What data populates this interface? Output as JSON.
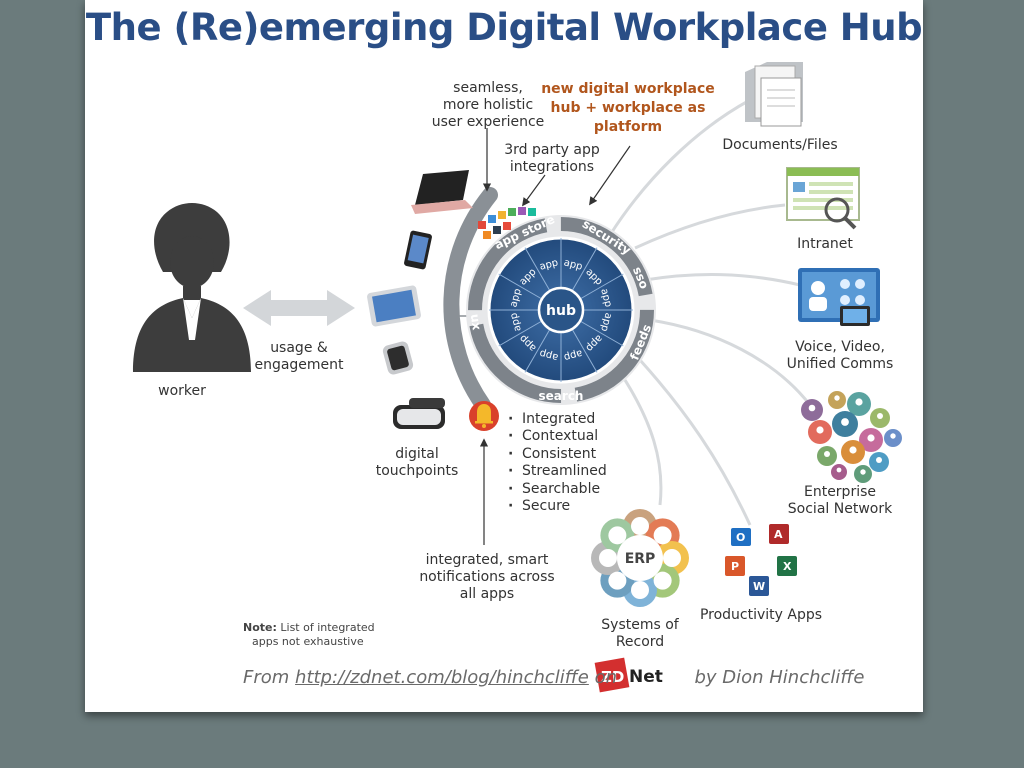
{
  "title": "The (Re)emerging Digital Workplace Hub",
  "labels": {
    "seamless": [
      "seamless,",
      "more holistic",
      "user experience"
    ],
    "new_hub": [
      "new digital workplace",
      "hub + workplace as",
      "platform"
    ],
    "third_party": [
      "3rd party app",
      "integrations"
    ],
    "usage": [
      "usage &",
      "engagement"
    ],
    "worker": "worker",
    "touchpoints": [
      "digital",
      "touchpoints"
    ],
    "notifications": [
      "integrated, smart",
      "notifications across",
      "all apps"
    ]
  },
  "qualities": [
    "Integrated",
    "Contextual",
    "Consistent",
    "Streamlined",
    "Searchable",
    "Secure"
  ],
  "hub": {
    "center": "hub",
    "app_label": "app",
    "ring": {
      "app_store": "app store",
      "security": "security",
      "sso": "sso",
      "feeds": "feeds",
      "search": "search",
      "ux": "ux"
    }
  },
  "endpoints": {
    "documents": "Documents/Files",
    "intranet": "Intranet",
    "voice": [
      "Voice, Video,",
      "Unified Comms"
    ],
    "social": [
      "Enterprise",
      "Social Network"
    ],
    "productivity": "Productivity Apps",
    "systems": [
      "Systems of",
      "Record"
    ],
    "erp": "ERP"
  },
  "note": {
    "bold": "Note:",
    "line1": " List of integrated",
    "line2": "apps not exhaustive"
  },
  "footer": {
    "from": "From ",
    "url": "http://zdnet.com/blog/hinchcliffe",
    "on": " on ",
    "logo_zd": "ZD",
    "logo_net": "Net",
    "by": " by Dion Hinchcliffe"
  },
  "colors": {
    "title": "#2a4e86",
    "hub_blue": "#2c5a8e",
    "orange_text": "#b1561d",
    "arc_gray": "#8a9096"
  }
}
